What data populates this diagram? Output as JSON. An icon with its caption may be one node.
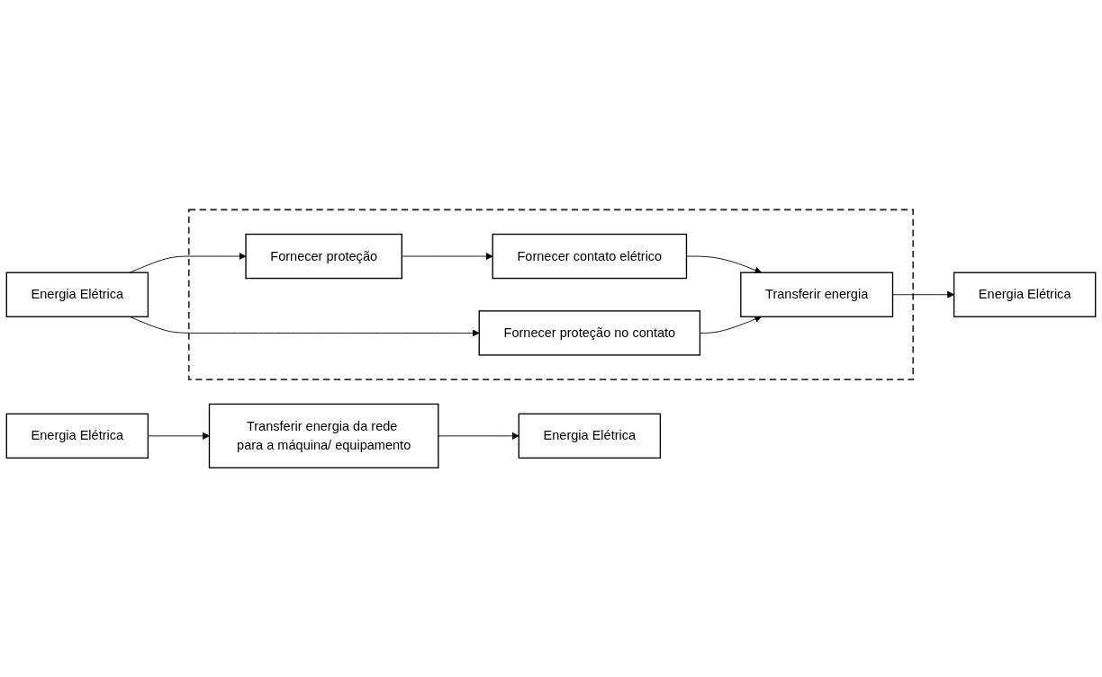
{
  "diagram": {
    "nodes": [
      {
        "text": [
          "Energia Elétrica"
        ]
      },
      {
        "text": [
          "Transferir energia da rede para a máquina/ equipamento"
        ]
      },
      {
        "text": [
          "Energia Elétrica"
        ]
      },
      {
        "text": [
          "Energia Elétrica"
        ]
      },
      {
        "text": [],
        "shape": "box"
      },
      {
        "text": [
          "Fornecer proteção"
        ],
        "in": 4
      },
      {
        "text": [
          "Fornecer contato elétrico"
        ],
        "in": 4
      },
      {
        "text": [
          "Transferir energia"
        ],
        "in": 4
      },
      {
        "text": [
          "Fornecer proteção no contato"
        ],
        "in": 4
      },
      {
        "text": [
          "Energia Elétrica"
        ]
      }
    ],
    "edges": [
      {
        "from": 0,
        "to": 1,
        "arrow": "to"
      },
      {
        "from": 1,
        "to": 2,
        "arrow": "to"
      },
      {
        "from": 3,
        "to": 5,
        "arrow": "to"
      },
      {
        "from": 5,
        "to": 6,
        "arrow": "to"
      },
      {
        "from": 6,
        "to": 7,
        "arrow": "to"
      },
      {
        "from": 7,
        "to": 9,
        "arrow": "to"
      },
      {
        "from": 3,
        "to": 8,
        "arrow": "to"
      },
      {
        "from": 8,
        "to": 7,
        "arrow": "to"
      }
    ]
  }
}
